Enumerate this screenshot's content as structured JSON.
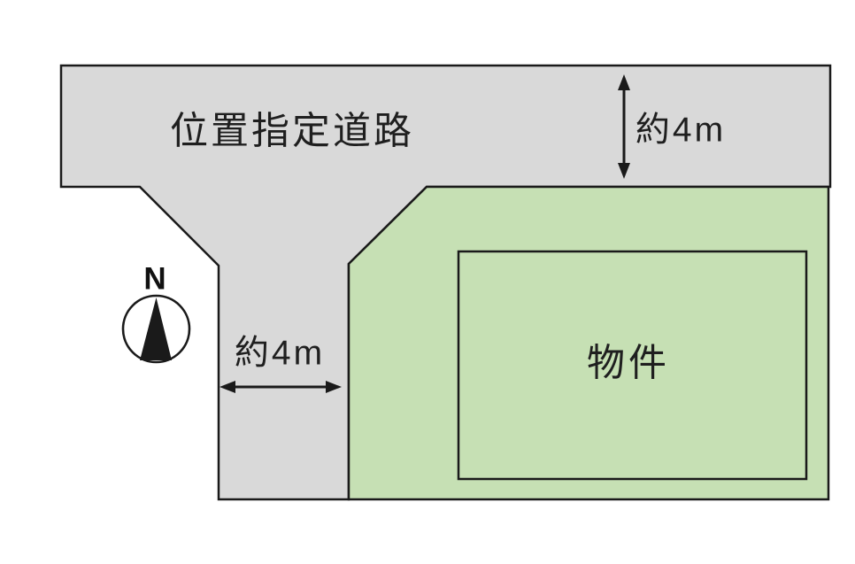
{
  "diagram": {
    "type": "real-estate site plan",
    "road": {
      "label": "位置指定道路",
      "fill": "#d9d9d9"
    },
    "property": {
      "label": "物件",
      "fill": "#c6e0b4"
    },
    "dimensions": {
      "road_width_top": "約4m",
      "road_width_left": "約4m"
    },
    "compass": {
      "label": "N"
    },
    "colors": {
      "outline": "#1a1a1a",
      "background": "#ffffff"
    }
  }
}
